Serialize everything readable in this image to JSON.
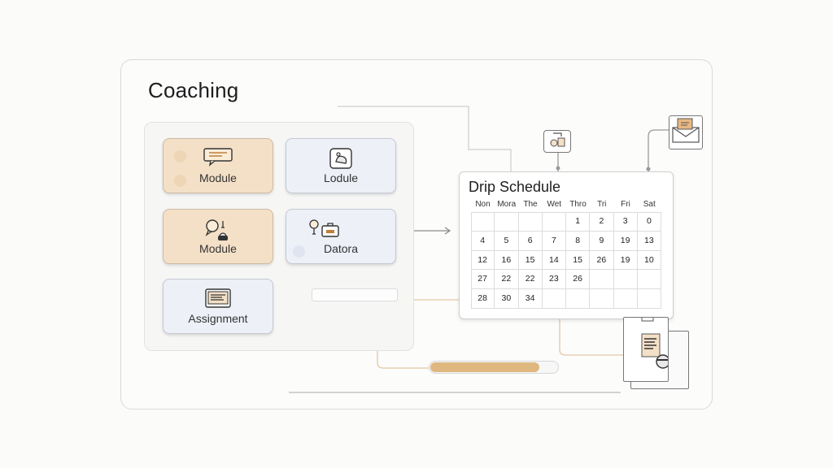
{
  "title": "Coaching",
  "cards": [
    {
      "label": "Module",
      "icon": "chat-bubble-icon",
      "style": "tan"
    },
    {
      "label": "Lodule",
      "icon": "tablet-hand-icon",
      "style": "blue"
    },
    {
      "label": "Module",
      "icon": "speech-people-icon",
      "style": "tan"
    },
    {
      "label": "Datora",
      "icon": "briefcase-lightbulb-icon",
      "style": "blue"
    },
    {
      "label": "Assignment",
      "icon": "document-screen-icon",
      "style": "blue"
    }
  ],
  "calendar": {
    "title": "Drip Schedule",
    "weekdays": [
      "Non",
      "Mora",
      "The",
      "Wet",
      "Thro",
      "Tri",
      "Fri",
      "Sat"
    ],
    "rows": [
      [
        "",
        "",
        "",
        "",
        "1",
        "2",
        "3",
        "0"
      ],
      [
        "4",
        "5",
        "6",
        "7",
        "8",
        "9",
        "19",
        "13"
      ],
      [
        "12",
        "16",
        "15",
        "14",
        "15",
        "26",
        "19",
        "10"
      ],
      [
        "27",
        "22",
        "22",
        "23",
        "26",
        "",
        "",
        ""
      ],
      [
        "28",
        "30",
        "34",
        "",
        "",
        "",
        "",
        ""
      ]
    ]
  },
  "progress": 0.85,
  "colors": {
    "accent": "#dfb880",
    "tan_card": "#f4e0c6",
    "blue_card": "#edf0f7",
    "connector": "#e3c7a3"
  }
}
